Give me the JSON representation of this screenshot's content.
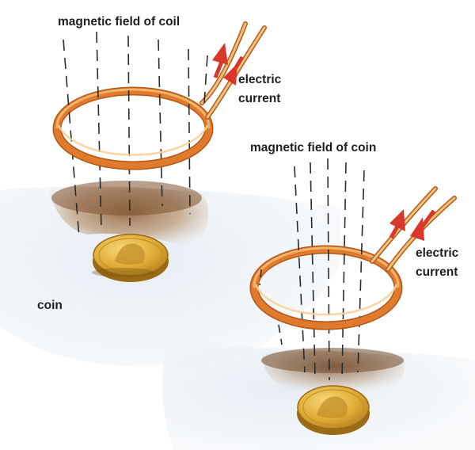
{
  "labels": {
    "magnetic_field_of_coil": "magnetic field of coil",
    "electric_current_1": [
      "electric",
      "current"
    ],
    "magnetic_field_of_coin": "magnetic field of coin",
    "electric_current_2": [
      "electric",
      "current"
    ],
    "coin": "coin"
  },
  "colors": {
    "coil_orange": "#e07a2c",
    "coil_light": "#f3c27a",
    "coil_dark": "#b35a1c",
    "arrow_red": "#d8382a",
    "coin_gold": "#e3b23c",
    "coin_dark": "#b8841d",
    "soil_brown": "#9b6a3a",
    "ground_blue": "#dfe7ef",
    "field_lines": "#2b2b2b"
  }
}
